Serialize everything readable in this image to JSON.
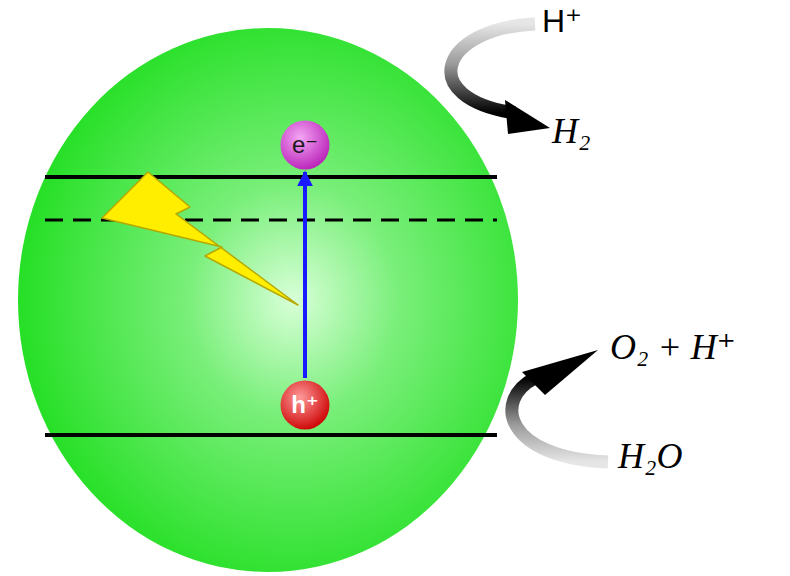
{
  "diagram": {
    "nodes": [
      {
        "text": [
          "e⁻"
        ]
      },
      {
        "text": [
          "h⁺"
        ]
      }
    ],
    "edges": [
      {
        "from": 1,
        "to": 0,
        "arrow": "to"
      }
    ],
    "labels": [
      "H⁺",
      "H₂",
      "O₂ + H⁺",
      "H₂O"
    ]
  }
}
